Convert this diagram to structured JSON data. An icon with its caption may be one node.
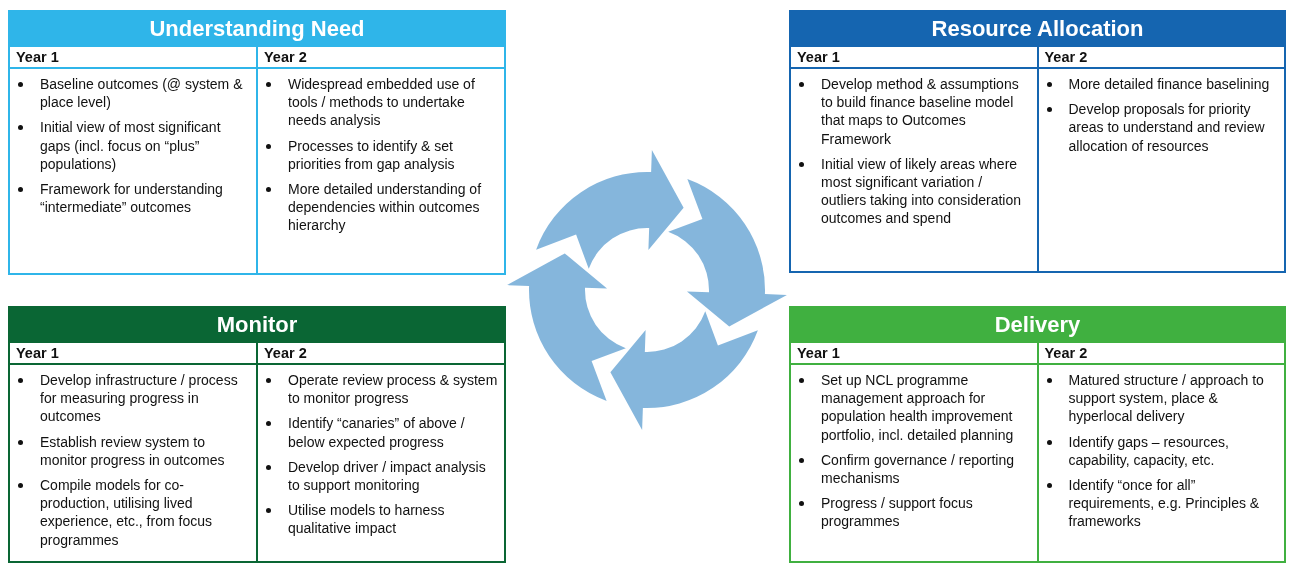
{
  "diagram": {
    "nodes": [
      {
        "text": [
          "Understanding Need"
        ]
      },
      {
        "text": [
          "Year 1",
          "Baseline outcomes (@ system & place level)",
          "Initial view of most significant gaps (incl. focus on “plus” populations)",
          "Framework for understanding “intermediate” outcomes"
        ],
        "in": 0
      },
      {
        "text": [
          "Year 2",
          "Widespread embedded use of tools / methods to undertake needs analysis",
          "Processes to identify & set priorities from gap analysis",
          "More detailed understanding of dependencies within outcomes hierarchy"
        ],
        "in": 0
      },
      {
        "text": [
          "Resource Allocation"
        ]
      },
      {
        "text": [
          "Year 1",
          "Develop method & assumptions to build finance baseline model that maps to Outcomes Framework",
          "Initial view of likely areas where most significant variation / outliers taking into consideration outcomes and spend"
        ],
        "in": 3
      },
      {
        "text": [
          "Year 2",
          "More detailed finance baselining",
          "Develop proposals for priority areas to understand and review allocation of resources"
        ],
        "in": 3
      },
      {
        "text": [
          "Monitor"
        ]
      },
      {
        "text": [
          "Year 1",
          "Develop infrastructure / process for measuring progress in outcomes",
          "Establish review system to monitor progress in outcomes",
          "Compile models for co-production, utilising lived experience, etc., from focus programmes"
        ],
        "in": 6
      },
      {
        "text": [
          "Year 2",
          "Operate review process & system to monitor progress",
          "Identify “canaries” of above / below expected progress",
          "Develop driver / impact analysis to support monitoring",
          "Utilise models to harness qualitative impact"
        ],
        "in": 6
      },
      {
        "text": [
          "Delivery"
        ]
      },
      {
        "text": [
          "Year 1",
          "Set up NCL programme management approach for population health improvement portfolio, incl. detailed planning",
          "Confirm governance / reporting mechanisms",
          "Progress / support focus programmes"
        ],
        "in": 9
      },
      {
        "text": [
          "Year 2",
          "Matured structure / approach to support system, place & hyperlocal delivery",
          "Identify gaps – resources, capability, capacity, etc.",
          "Identify “once for all” requirements, e.g. Principles & frameworks"
        ],
        "in": 9
      }
    ],
    "edges": []
  }
}
